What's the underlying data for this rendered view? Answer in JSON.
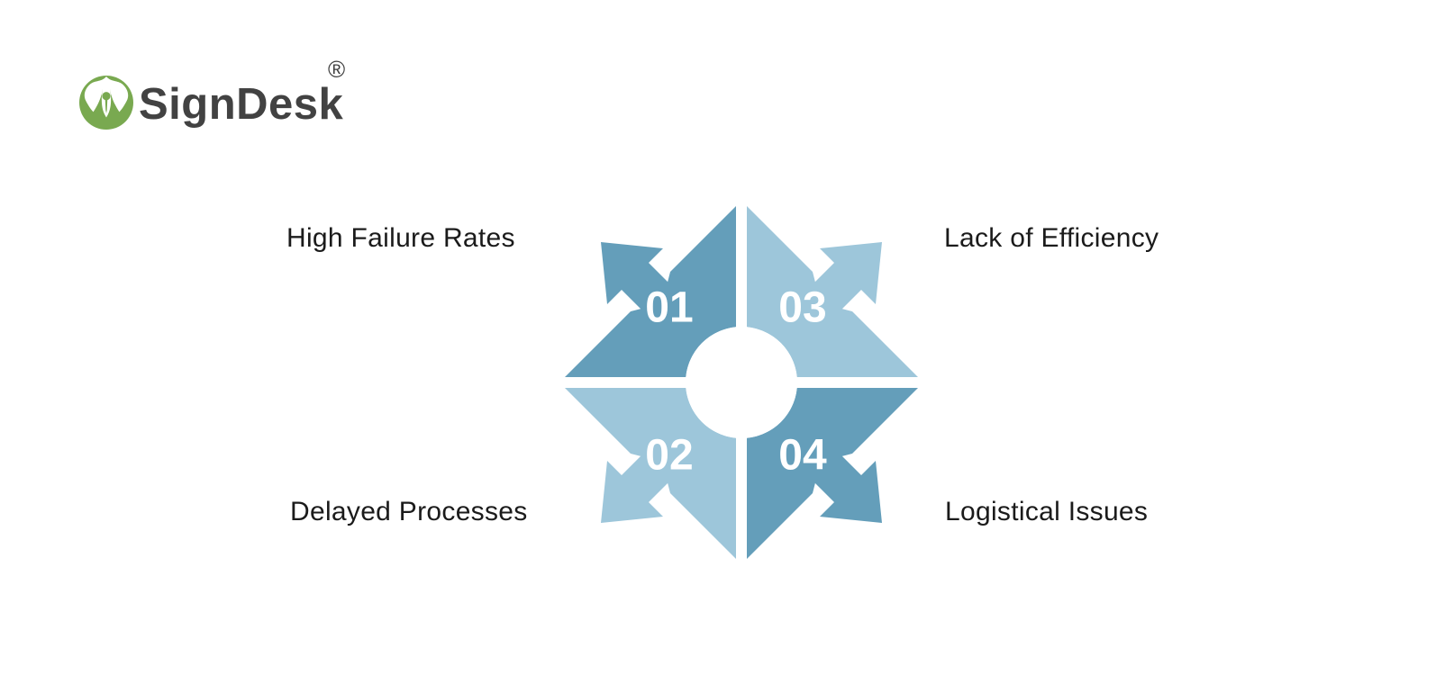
{
  "page": {
    "background": "#FFFFFF"
  },
  "brand": {
    "name": "SignDesk",
    "registered_mark": "®",
    "logo_colors": {
      "green": "#79A950",
      "text": "#424242"
    }
  },
  "diagram": {
    "type": "four-quadrant-arrow-cycle",
    "items": [
      {
        "number": "01",
        "label": "High Failure Rates",
        "color": "#649EBA",
        "position": "top-left"
      },
      {
        "number": "02",
        "label": "Delayed Processes",
        "color": "#9DC6DA",
        "position": "bottom-left"
      },
      {
        "number": "03",
        "label": "Lack of Efficiency",
        "color": "#9DC6DA",
        "position": "top-right"
      },
      {
        "number": "04",
        "label": "Logistical Issues",
        "color": "#649EBA",
        "position": "bottom-right"
      }
    ],
    "number_text_color": "#FFFFFF",
    "label_text_color": "#1B1B1B",
    "center_circle_color": "#FFFFFF"
  }
}
